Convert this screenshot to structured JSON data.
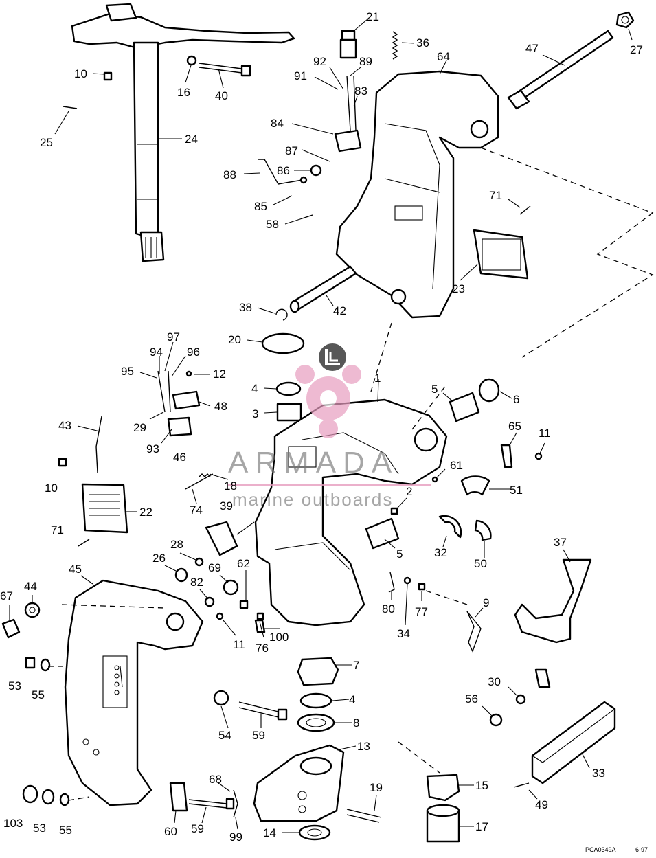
{
  "diagram": {
    "callouts": [
      "21",
      "36",
      "64",
      "47",
      "27",
      "10",
      "16",
      "40",
      "92",
      "91",
      "89",
      "83",
      "25",
      "24",
      "84",
      "87",
      "86",
      "88",
      "85",
      "58",
      "71",
      "23",
      "38",
      "42",
      "20",
      "97",
      "94",
      "96",
      "95",
      "12",
      "4",
      "1",
      "5",
      "6",
      "48",
      "3",
      "29",
      "93",
      "65",
      "11",
      "43",
      "46",
      "61",
      "51",
      "10",
      "18",
      "2",
      "74",
      "22",
      "39",
      "71",
      "32",
      "50",
      "5",
      "28",
      "26",
      "62",
      "69",
      "82",
      "37",
      "45",
      "80",
      "77",
      "67",
      "44",
      "34",
      "9",
      "11",
      "76",
      "100",
      "7",
      "53",
      "55",
      "54",
      "59",
      "4",
      "30",
      "56",
      "8",
      "13",
      "33",
      "68",
      "19",
      "15",
      "49",
      "103",
      "53",
      "55",
      "60",
      "59",
      "99",
      "14",
      "17"
    ]
  },
  "watermark": {
    "title": "ARMADA",
    "subtitle": "marine outboards"
  },
  "footer": {
    "code": "PCA0349A",
    "date": "6-97"
  }
}
